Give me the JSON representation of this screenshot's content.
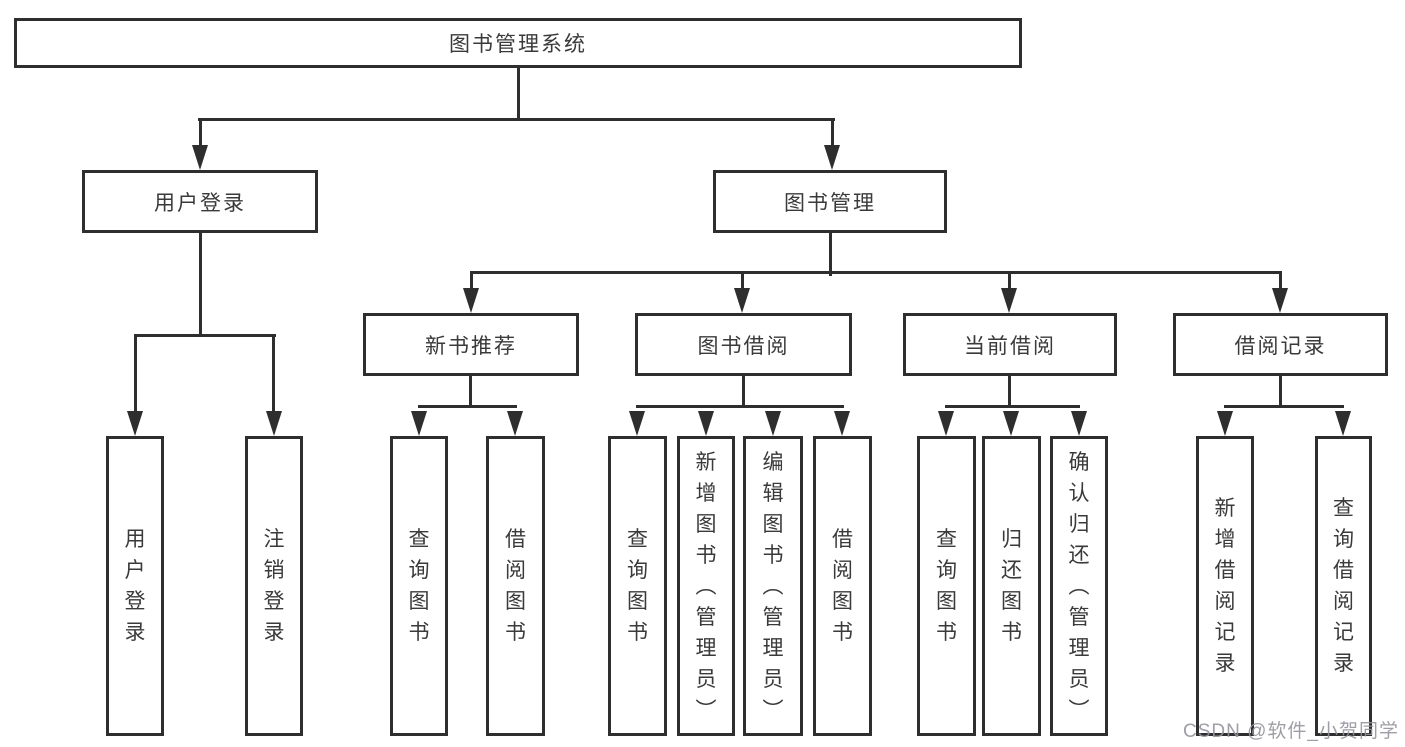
{
  "title": "图书管理系统",
  "tree": {
    "label": "图书管理系统",
    "children": [
      {
        "label": "用户登录",
        "children": [
          {
            "label": "用户登录"
          },
          {
            "label": "注销登录"
          }
        ]
      },
      {
        "label": "图书管理",
        "children": [
          {
            "label": "新书推荐",
            "children": [
              {
                "label": "查询图书"
              },
              {
                "label": "借阅图书"
              }
            ]
          },
          {
            "label": "图书借阅",
            "children": [
              {
                "label": "查询图书"
              },
              {
                "label": "新增图书（管理员）"
              },
              {
                "label": "编辑图书（管理员）"
              },
              {
                "label": "借阅图书"
              }
            ]
          },
          {
            "label": "当前借阅",
            "children": [
              {
                "label": "查询图书"
              },
              {
                "label": "归还图书"
              },
              {
                "label": "确认归还（管理员）"
              }
            ]
          },
          {
            "label": "借阅记录",
            "children": [
              {
                "label": "新增借阅记录"
              },
              {
                "label": "查询借阅记录"
              }
            ]
          }
        ]
      }
    ]
  },
  "watermark": "CSDN @软件_小贺同学",
  "colors": {
    "line": "#2e2e2e",
    "text": "#3a3a3a",
    "background": "#ffffff",
    "watermark": "#94949c"
  }
}
